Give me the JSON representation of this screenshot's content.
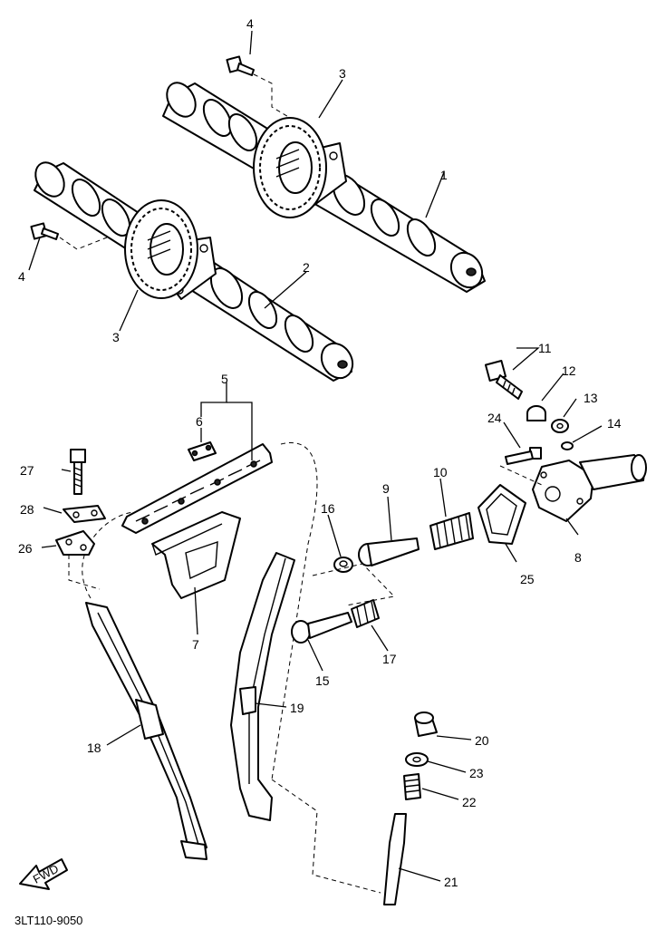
{
  "diagram": {
    "code": "3LT110-9050",
    "fwd_label": "FWD",
    "callouts": {
      "c1": "1",
      "c2": "2",
      "c3a": "3",
      "c3b": "3",
      "c4a": "4",
      "c4b": "4",
      "c5": "5",
      "c6": "6",
      "c7": "7",
      "c8": "8",
      "c9": "9",
      "c10": "10",
      "c11": "11",
      "c12": "12",
      "c13": "13",
      "c14": "14",
      "c15": "15",
      "c16": "16",
      "c17": "17",
      "c18": "18",
      "c19": "19",
      "c20": "20",
      "c21": "21",
      "c22": "22",
      "c23": "23",
      "c24": "24",
      "c25": "25",
      "c26": "26",
      "c27": "27",
      "c28": "28"
    }
  }
}
